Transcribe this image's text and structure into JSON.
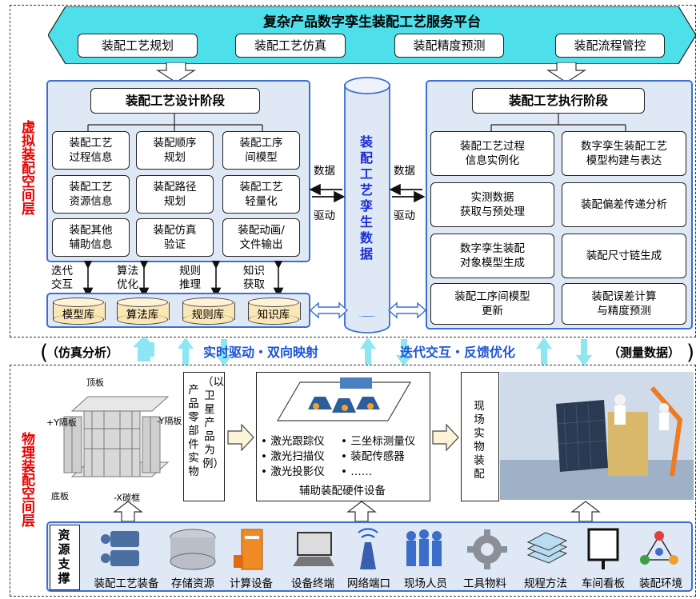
{
  "platform": {
    "title": "复杂产品数字孪生装配工艺服务平台",
    "buttons": [
      "装配工艺规划",
      "装配工艺仿真",
      "装配精度预测",
      "装配流程管控"
    ]
  },
  "virtual_layer_label": "虚拟装配空间层",
  "physical_layer_label": "物理装配空间层",
  "design_stage": {
    "title": "装配工艺设计阶段",
    "cells": [
      "装配工艺\n过程信息",
      "装配顺序\n规划",
      "装配工序\n间模型",
      "装配工艺\n资源信息",
      "装配路径\n规划",
      "装配工艺\n轻量化",
      "装配其他\n辅助信息",
      "装配仿真\n验证",
      "装配动画/\n文件输出"
    ]
  },
  "links": [
    "迭代\n交互",
    "算法\n优化",
    "规则\n推理",
    "知识\n获取"
  ],
  "libraries": [
    "模型库",
    "算法库",
    "规则库",
    "知识库"
  ],
  "twin_data": "装配工艺孪生数据",
  "data_label": "数据",
  "drive_label": "驱动",
  "exec_stage": {
    "title": "装配工艺执行阶段",
    "cells": [
      "装配工艺过程\n信息实例化",
      "数字孪生装配工艺\n模型构建与表达",
      "实测数据\n获取与预处理",
      "装配偏差传递分析",
      "数字孪生装配\n对象模型生成",
      "装配尺寸链生成",
      "装配工序间模型\n更新",
      "装配误差计算\n与精度预测"
    ]
  },
  "middle": {
    "left": "（仿真分析）",
    "center1": "实时驱动・双向映射",
    "center2": "迭代交互・反馈优化",
    "right": "（测量数据）"
  },
  "structure": {
    "labels": [
      "顶板",
      "+Y隔板",
      "-Y隔板",
      "底板",
      "-X碳框"
    ]
  },
  "parts_text": "产品零部件实物",
  "parts_note": "（以卫星产品为例）",
  "hardware": {
    "title": "辅助装配硬件设备",
    "items": [
      "• 激光跟踪仪",
      "• 三坐标测量仪",
      "• 激光扫描仪",
      "• 装配传感器",
      "• 激光投影仪",
      "• ……"
    ]
  },
  "onsite": "现场实物装配",
  "resource": {
    "label": "资源支撑",
    "items": [
      "装配工艺装备",
      "存储资源",
      "计算设备",
      "设备终端",
      "网络端口",
      "现场人员",
      "工具物料",
      "规程方法",
      "车间看板",
      "装配环境"
    ]
  },
  "colors": {
    "platform": "#4ee0ea",
    "panel": "#dfe8f5",
    "border": "#3b6fd0",
    "accent_red": "#e60000",
    "accent_blue": "#1c55d6",
    "cyl": "#fbe7b6",
    "twin_text": "#1c2fd6"
  }
}
